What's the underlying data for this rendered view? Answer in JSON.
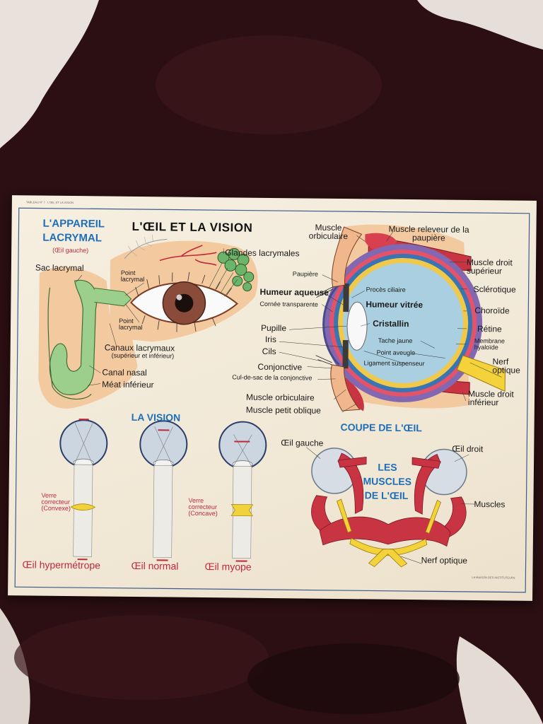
{
  "header": {
    "ref": "TABLEAU N° 7 · L'ŒIL ET LA VISION",
    "title": "L'ŒIL ET LA VISION",
    "publisher": "LA MAISON DES INSTITUTEURS"
  },
  "lacrymal": {
    "title_line1": "L'APPAREIL",
    "title_line2": "LACRYMAL",
    "subtitle": "(Œil gauche)",
    "labels": {
      "sac": "Sac lacrymal",
      "point_top": "Point lacrymal",
      "glandes": "Glandes lacrymales",
      "point_bottom": "Point lacrymal",
      "canaux": "Canaux lacrymaux",
      "canaux_sub": "(supérieur et inférieur)",
      "canal_nasal": "Canal nasal",
      "meat": "Méat inférieur"
    }
  },
  "coupe": {
    "title": "COUPE DE L'ŒIL",
    "labels": {
      "muscle_orb_top": "Muscle orbiculaire",
      "muscle_releveur": "Muscle releveur de la paupière",
      "muscle_droit_sup": "Muscle droit supérieur",
      "paupiere": "Paupière",
      "proces": "Procès ciliaire",
      "sclerotique": "Sclérotique",
      "humeur_aqueuse": "Humeur aqueuse",
      "humeur_vitree": "Humeur vitrée",
      "cornee": "Cornée transparente",
      "choroide": "Choroïde",
      "cristallin": "Cristallin",
      "pupille": "Pupille",
      "retine": "Rétine",
      "iris": "Iris",
      "tache": "Tache jaune",
      "membrane": "Membrane hyaloïde",
      "cils": "Cils",
      "point_aveugle": "Point aveugle",
      "ligament": "Ligament suspenseur",
      "nerf": "Nerf optique",
      "conjonctive": "Conjonctive",
      "cul_de_sac": "Cul-de-sac de la conjonctive",
      "muscle_orb_bottom": "Muscle orbiculaire",
      "muscle_petit": "Muscle petit oblique",
      "muscle_droit_inf": "Muscle droit inférieur"
    }
  },
  "vision": {
    "title": "LA VISION",
    "verre_convexe": "Verre correcteur (Convexe)",
    "verre_concave": "Verre correcteur (Concave)",
    "eyes": [
      "Œil hypermétrope",
      "Œil normal",
      "Œil myope"
    ]
  },
  "muscles": {
    "title_line1": "LES",
    "title_line2": "MUSCLES",
    "title_line3": "DE L'ŒIL",
    "oeil_gauche": "Œil gauche",
    "oeil_droit": "Œil droit",
    "muscles": "Muscles",
    "nerf": "Nerf optique"
  },
  "colors": {
    "red": "#c0283a",
    "blue": "#1f6fb8",
    "skin": "#f3c9a0",
    "vitreous": "#a9cfe0",
    "lens_yellow": "#f3d23a"
  }
}
